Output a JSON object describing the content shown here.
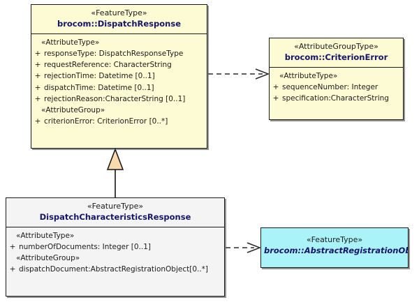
{
  "diagram": {
    "type": "uml-class-diagram",
    "background": "#ffffff",
    "colors": {
      "feature_type_fill": "#fdfbd3",
      "attribute_group_type_fill": "#fdfbd3",
      "subclass_fill": "#f4f4f4",
      "abstract_fill": "#aaf3f8",
      "border": "#1a1a1a",
      "class_name_text": "#15156b",
      "generalization_arrow_fill": "#f7dbae"
    }
  },
  "classes": {
    "dispatch_response": {
      "stereotype": "«FeatureType»",
      "name": "brocom::DispatchResponse",
      "sections": [
        {
          "group": "«AttributeType»",
          "attributes": [
            {
              "visibility": "+",
              "text": "responseType: DispatchResponseType"
            },
            {
              "visibility": "+",
              "text": "requestReference: CharacterString"
            },
            {
              "visibility": "+",
              "text": "rejectionTime: Datetime [0..1]"
            },
            {
              "visibility": "+",
              "text": "dispatchTime: Datetime [0..1]"
            },
            {
              "visibility": "+",
              "text": "rejectionReason:CharacterString [0..1]"
            }
          ]
        },
        {
          "group": "«AttributeGroup»",
          "attributes": [
            {
              "visibility": "+",
              "text": "criterionError: CriterionError [0..*]"
            }
          ]
        }
      ]
    },
    "criterion_error": {
      "stereotype": "«AttributeGroupType»",
      "name": "brocom::CriterionError",
      "sections": [
        {
          "group": "«AttributeType»",
          "attributes": [
            {
              "visibility": "+",
              "text": "sequenceNumber: Integer"
            },
            {
              "visibility": "+",
              "text": "specification:CharacterString"
            }
          ]
        }
      ]
    },
    "dispatch_characteristics_response": {
      "stereotype": "«FeatureType»",
      "name": "DispatchCharacteristicsResponse",
      "sections": [
        {
          "group": "«AttributeType»",
          "attributes": [
            {
              "visibility": "+",
              "text": "numberOfDocuments: Integer [0..1]"
            }
          ]
        },
        {
          "group": "«AttributeGroup»",
          "attributes": [
            {
              "visibility": "+",
              "text": "dispatchDocument:AbstractRegistrationObject[0..*]"
            }
          ]
        }
      ]
    },
    "abstract_registration_object": {
      "stereotype": "«FeatureType»",
      "name": "brocom::AbstractRegistrationObject",
      "sections": []
    }
  },
  "relationships": [
    {
      "id": "dependency-dispatch-response-to-criterion-error",
      "kind": "dependency",
      "line": "dashed",
      "arrow": "open",
      "from": "dispatch_response",
      "to": "criterion_error"
    },
    {
      "id": "generalization-dispatch-characteristics-to-dispatch-response",
      "kind": "generalization",
      "line": "solid",
      "arrow": "hollow-triangle",
      "from": "dispatch_characteristics_response",
      "to": "dispatch_response"
    },
    {
      "id": "dependency-dispatch-characteristics-to-abstract-registration-object",
      "kind": "dependency",
      "line": "dashed",
      "arrow": "open",
      "from": "dispatch_characteristics_response",
      "to": "abstract_registration_object"
    }
  ]
}
